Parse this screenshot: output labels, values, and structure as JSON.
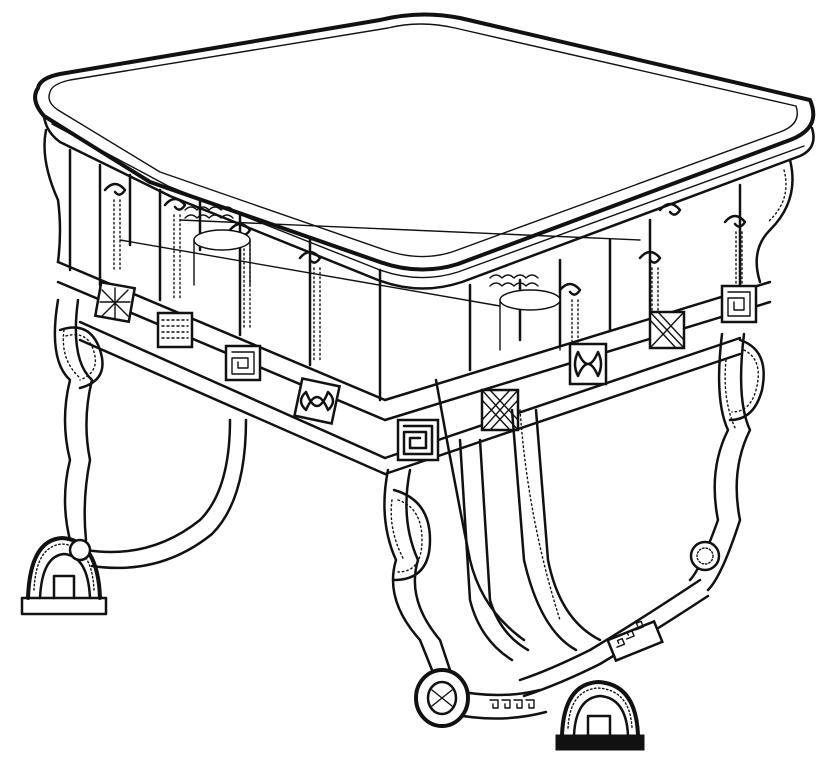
{
  "illustration": {
    "subject": "ornamented-square-table",
    "colors": {
      "ink": "#111111",
      "paper": "#ffffff"
    },
    "motifs": [
      "meander-panel",
      "interlace-knot-panel",
      "lattice-panel",
      "arched-foot",
      "dotted-band"
    ]
  }
}
